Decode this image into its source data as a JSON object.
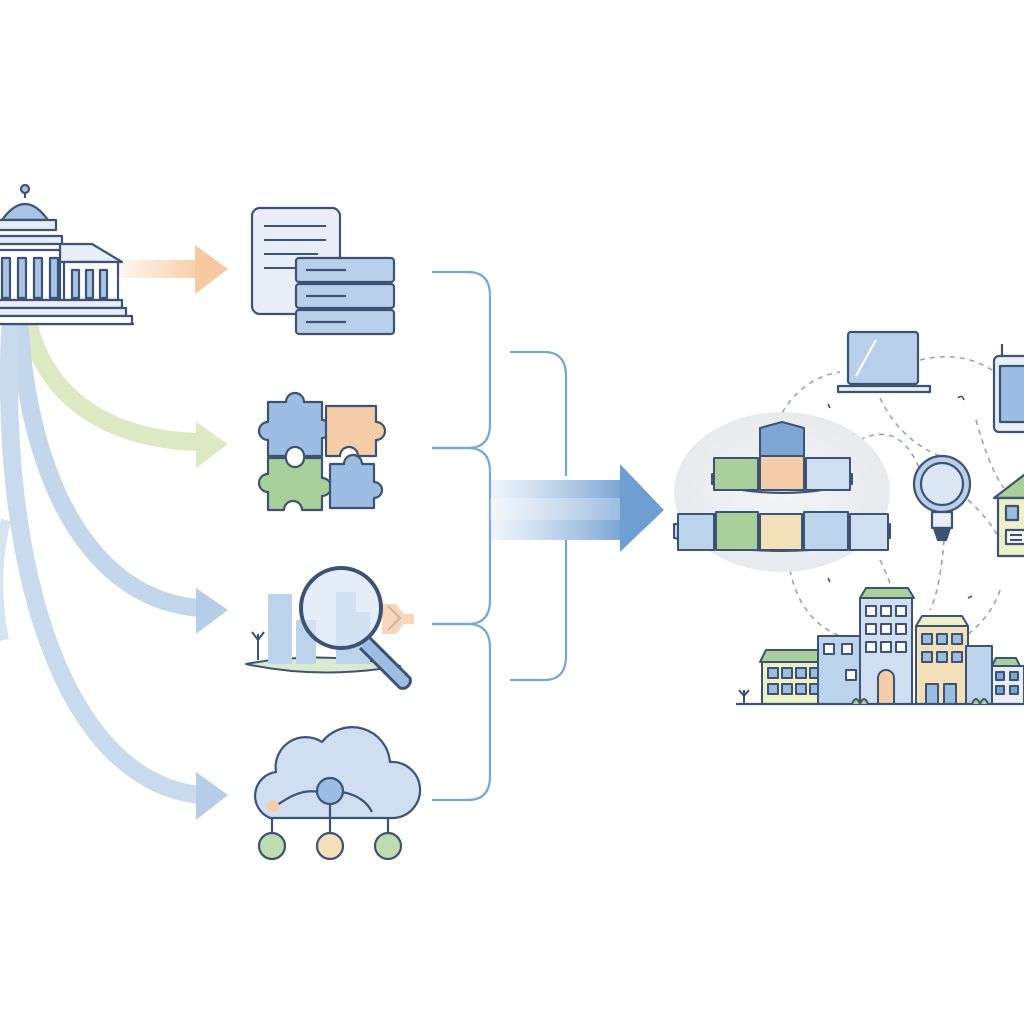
{
  "diagram": {
    "type": "flow-illustration",
    "text_labels": [],
    "source": {
      "icon": "government-building-icon"
    },
    "steps": [
      {
        "id": "data-records",
        "icon": "documents-database-icon",
        "arrow_color": "#f6c9a0"
      },
      {
        "id": "integration",
        "icon": "puzzle-pieces-icon",
        "arrow_color": "#dde9c2"
      },
      {
        "id": "analysis",
        "icon": "magnifier-chart-icon",
        "arrow_color": "#b5cde6"
      },
      {
        "id": "cloud-network",
        "icon": "cloud-network-icon",
        "arrow_color": "#b5cde6"
      }
    ],
    "merge": {
      "icon": "curly-bracket-icon",
      "arrow_color": "#7aa6d6"
    },
    "result": {
      "icons": [
        "data-platform-icon",
        "laptop-icon",
        "tablet-icon",
        "lightbulb-icon",
        "smart-house-icon",
        "city-buildings-icon"
      ]
    },
    "colors": {
      "outline": "#3d5373",
      "blue": "#a9c5e6",
      "blue_dark": "#7ea6d4",
      "green": "#a9cf9b",
      "orange": "#f5cda8",
      "yellow": "#eef0c6",
      "paper": "#e8eef7"
    }
  }
}
